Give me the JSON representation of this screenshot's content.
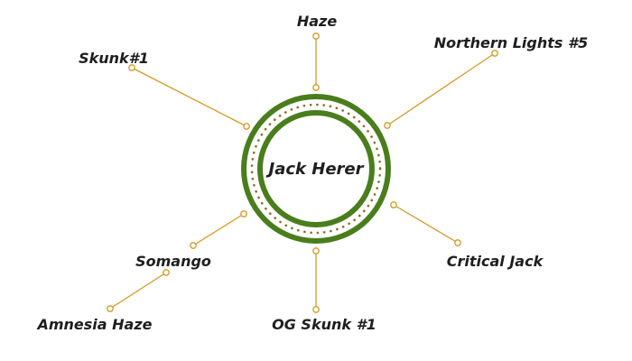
{
  "diagram": {
    "center": {
      "label": "Jack Herer"
    },
    "nodes": [
      {
        "id": "haze",
        "label": "Haze"
      },
      {
        "id": "northern-lights-5",
        "label": "Northern Lights #5"
      },
      {
        "id": "skunk1",
        "label": "Skunk#1"
      },
      {
        "id": "somango",
        "label": "Somango"
      },
      {
        "id": "amnesia-haze",
        "label": "Amnesia Haze"
      },
      {
        "id": "og-skunk-1",
        "label": "OG Skunk #1"
      },
      {
        "id": "critical-jack",
        "label": "Critical Jack"
      }
    ]
  },
  "colors": {
    "ring": "#4a7d1c",
    "dots": "#8a6a2a",
    "connector": "#d19a2a",
    "text": "#1e1e1e"
  }
}
